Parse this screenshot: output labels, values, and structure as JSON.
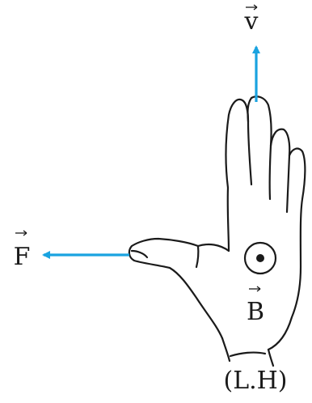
{
  "labels": {
    "velocity": "v",
    "force": "F",
    "field": "B",
    "hand": "(L.H)"
  },
  "colors": {
    "arrow": "#1aa3e0",
    "outline": "#1a1a1a",
    "background": "#ffffff"
  },
  "icons": {
    "field_symbol": "dot-in-circle-icon"
  }
}
